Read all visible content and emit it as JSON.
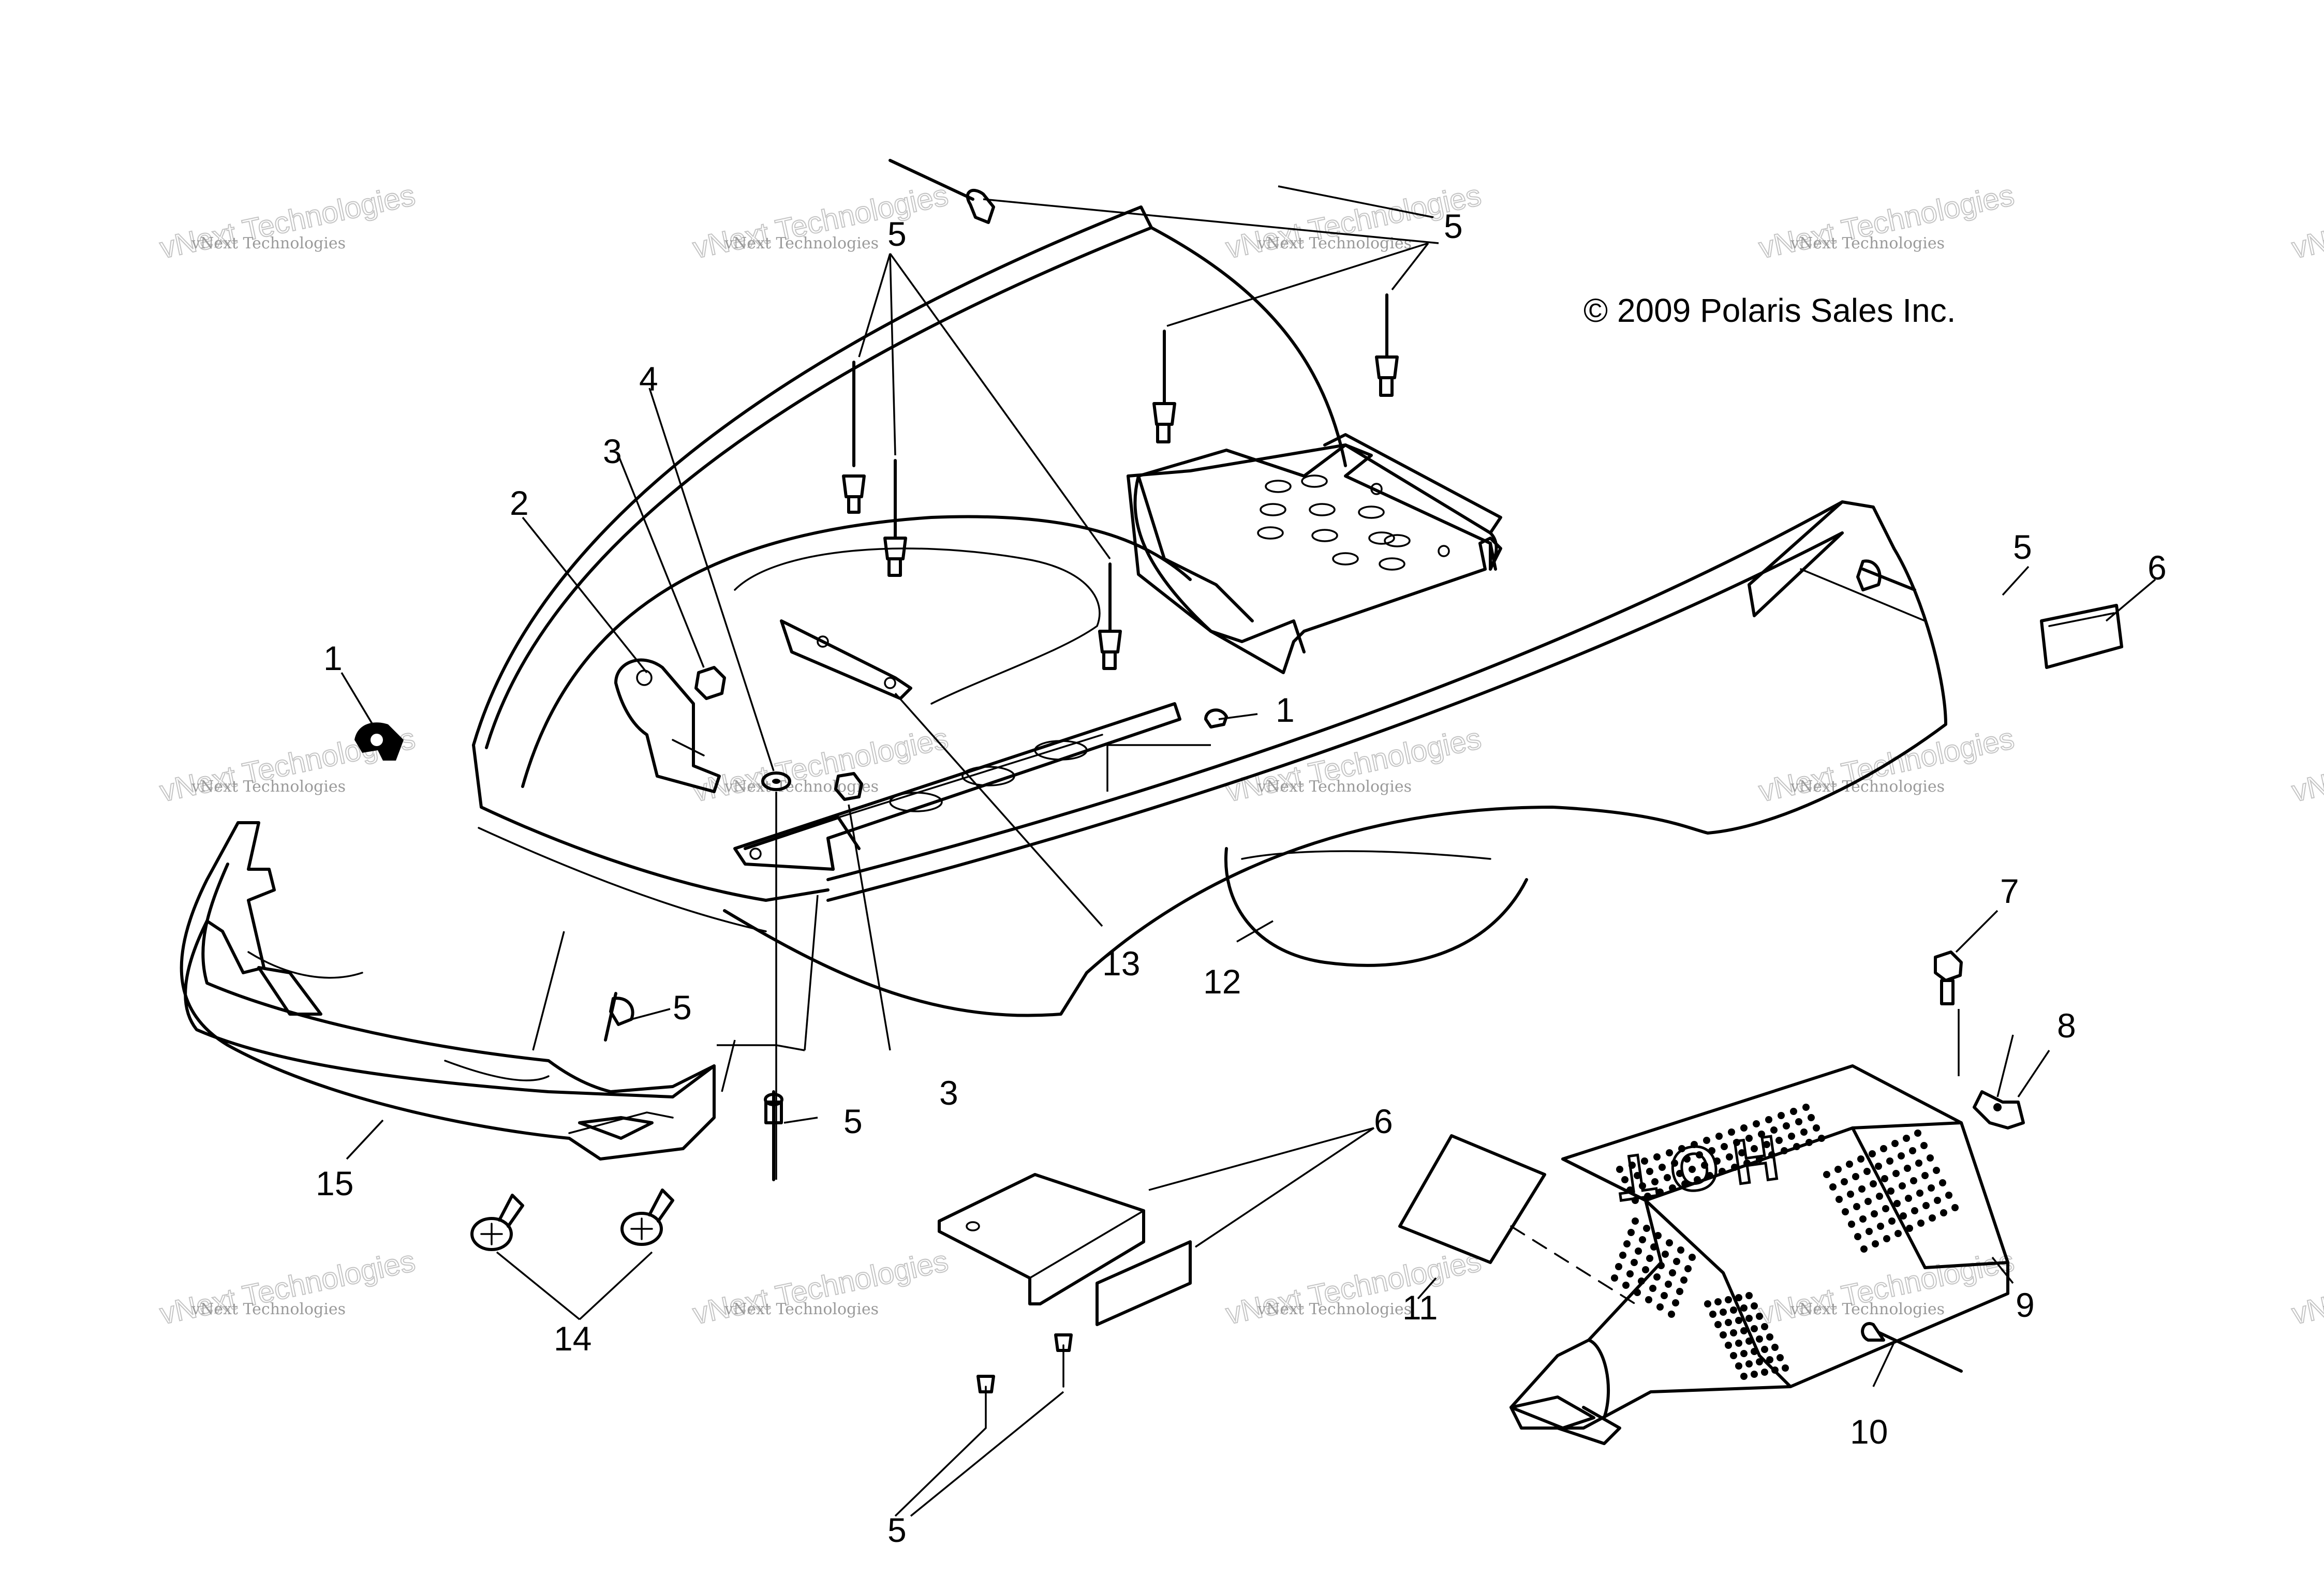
{
  "copyright": "© 2009 Polaris Sales Inc.",
  "watermark": {
    "line1": "vNext Technologies",
    "line2": "vNext Technologies"
  },
  "callouts": [
    {
      "id": "c1a",
      "text": "1"
    },
    {
      "id": "c1b",
      "text": "1"
    },
    {
      "id": "c2",
      "text": "2"
    },
    {
      "id": "c3a",
      "text": "3"
    },
    {
      "id": "c3b",
      "text": "3"
    },
    {
      "id": "c4",
      "text": "4"
    },
    {
      "id": "c5a",
      "text": "5"
    },
    {
      "id": "c5b",
      "text": "5"
    },
    {
      "id": "c5c",
      "text": "5"
    },
    {
      "id": "c5d",
      "text": "5"
    },
    {
      "id": "c5e",
      "text": "5"
    },
    {
      "id": "c5f",
      "text": "5"
    },
    {
      "id": "c6a",
      "text": "6"
    },
    {
      "id": "c6b",
      "text": "6"
    },
    {
      "id": "c7",
      "text": "7"
    },
    {
      "id": "c8",
      "text": "8"
    },
    {
      "id": "c9",
      "text": "9"
    },
    {
      "id": "c10",
      "text": "10"
    },
    {
      "id": "c11",
      "text": "11"
    },
    {
      "id": "c12",
      "text": "12"
    },
    {
      "id": "c13",
      "text": "13"
    },
    {
      "id": "c14",
      "text": "14"
    },
    {
      "id": "c15",
      "text": "15"
    }
  ],
  "hot_label": "HOT",
  "colors": {
    "ink": "#000000",
    "watermark": "#9a9a9a",
    "background": "#ffffff"
  }
}
